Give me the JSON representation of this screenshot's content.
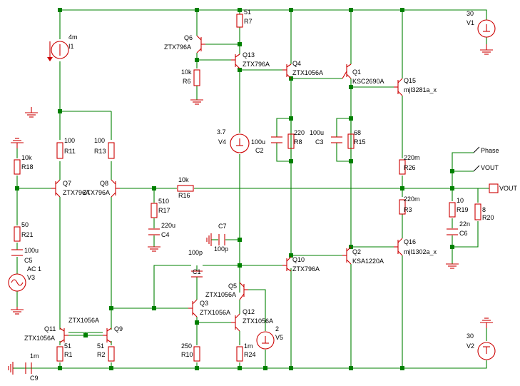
{
  "components": {
    "v1": {
      "ref": "V1",
      "value": "30"
    },
    "v2": {
      "ref": "V2",
      "value": "30"
    },
    "v3": {
      "ref": "V3",
      "value": "AC 1"
    },
    "v4": {
      "ref": "V4",
      "value": "3.7"
    },
    "v5": {
      "ref": "V5",
      "value": "2"
    },
    "i1": {
      "ref": "I1",
      "value": "4m"
    },
    "r1": {
      "ref": "R1",
      "value": "51"
    },
    "r2": {
      "ref": "R2",
      "value": "51"
    },
    "r3": {
      "ref": "R3",
      "value": "220m"
    },
    "r6": {
      "ref": "R6",
      "value": "10k"
    },
    "r7": {
      "ref": "R7",
      "value": "51"
    },
    "r8": {
      "ref": "R8",
      "value": "220"
    },
    "r10": {
      "ref": "R10",
      "value": "250"
    },
    "r11": {
      "ref": "R11",
      "value": "100"
    },
    "r13": {
      "ref": "R13",
      "value": "100"
    },
    "r15": {
      "ref": "R15",
      "value": "68"
    },
    "r16": {
      "ref": "R16",
      "value": "10k"
    },
    "r17": {
      "ref": "R17",
      "value": "510"
    },
    "r18": {
      "ref": "R18",
      "value": "10k"
    },
    "r19": {
      "ref": "R19",
      "value": "10"
    },
    "r20": {
      "ref": "R20",
      "value": "8"
    },
    "r21": {
      "ref": "R21",
      "value": "50"
    },
    "r24": {
      "ref": "R24",
      "value": "1m"
    },
    "r26": {
      "ref": "R26",
      "value": "220m"
    },
    "c1": {
      "ref": "C1",
      "value": "100p"
    },
    "c2": {
      "ref": "C2",
      "value": "100u"
    },
    "c3": {
      "ref": "C3",
      "value": "100u"
    },
    "c4": {
      "ref": "C4",
      "value": "220u"
    },
    "c5": {
      "ref": "C5",
      "value": "100u"
    },
    "c6": {
      "ref": "C6",
      "value": "22n"
    },
    "c7": {
      "ref": "C7",
      "value": "100p"
    },
    "c9": {
      "ref": "C9",
      "value": "1m"
    },
    "q1": {
      "ref": "Q1",
      "model": "KSC2690A"
    },
    "q2": {
      "ref": "Q2",
      "model": "KSA1220A"
    },
    "q3": {
      "ref": "Q3",
      "model": "ZTX1056A"
    },
    "q4": {
      "ref": "Q4",
      "model": "ZTX1056A"
    },
    "q5": {
      "ref": "Q5",
      "model": "ZTX1056A"
    },
    "q6": {
      "ref": "Q6",
      "model": "ZTX796A"
    },
    "q7": {
      "ref": "Q7",
      "model": "ZTX796A"
    },
    "q8": {
      "ref": "Q8",
      "model": "ZTX796A"
    },
    "q9": {
      "ref": "Q9",
      "model": "ZTX1056A"
    },
    "q10": {
      "ref": "Q10",
      "model": "ZTX796A"
    },
    "q11": {
      "ref": "Q11",
      "model": "ZTX1056A"
    },
    "q12": {
      "ref": "Q12",
      "model": "ZTX1056A"
    },
    "q13": {
      "ref": "Q13",
      "model": "ZTX796A"
    },
    "q15": {
      "ref": "Q15",
      "model": "mjl3281a_x"
    },
    "q16": {
      "ref": "Q16",
      "model": "mjl1302a_x"
    }
  },
  "probes": {
    "phase": "Phase",
    "vout_probe": "VOUT",
    "vout_port": "VOUT"
  },
  "colors": {
    "wire": "#008000",
    "component": "#cc0000",
    "label": "#000000"
  }
}
